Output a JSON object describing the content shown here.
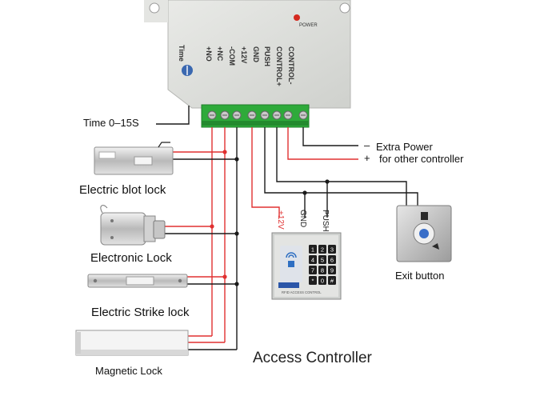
{
  "supply_box": {
    "power_label": "POWER",
    "time_label": "Time",
    "terminals": [
      "+NO",
      "+NC",
      "-COM",
      "+12V",
      "GND",
      "PUSH",
      "CONTROL+",
      "CONTROL-"
    ]
  },
  "labels": {
    "time_range": "Time    0–15S",
    "extra_power_minus": "–",
    "extra_power_plus": "+",
    "extra_power_1": "Extra Power",
    "extra_power_2": "for other controller",
    "bolt_lock": "Electric blot lock",
    "electronic_lock": "Electronic Lock",
    "strike_lock": "Electric Strike lock",
    "magnetic_lock": "Magnetic Lock",
    "exit_button": "Exit button",
    "access_controller": "Access Controller",
    "wire_12v": "+12V",
    "wire_gnd": "GND",
    "wire_push": "PUSH"
  },
  "keypad": {
    "keys": [
      "1",
      "2",
      "3",
      "4",
      "5",
      "6",
      "7",
      "8",
      "9",
      "*",
      "0",
      "#"
    ],
    "brand": "RFID ACCESS CONTROL"
  },
  "colors": {
    "red_wire": "#e03030",
    "black_wire": "#1a1a1a",
    "terminal_green": "#2eaa3a",
    "box_grey": "#dedfdc"
  }
}
